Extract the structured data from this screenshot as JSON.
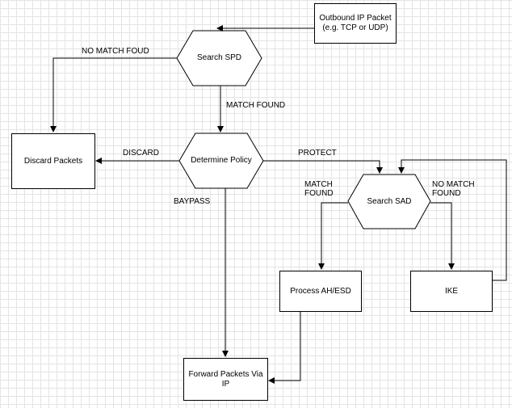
{
  "nodes": {
    "outbound": "Outbound IP Packet\n(e.g. TCP or UDP)",
    "search_spd": "Search SPD",
    "determine_policy": "Determine Policy",
    "discard_packets": "Discard Packets",
    "search_sad": "Search SAD",
    "process_ah_esd": "Process AH/ESD",
    "ike": "IKE",
    "forward_packets": "Forward Packets Via IP"
  },
  "edges": {
    "no_match_spd": "NO MATCH FOUD",
    "match_found_spd": "MATCH FOUND",
    "discard": "DISCARD",
    "protect": "PROTECT",
    "baypass": "BAYPASS",
    "match_found_sad": "MATCH\nFOUND",
    "no_match_sad": "NO MATCH\nFOUND"
  }
}
